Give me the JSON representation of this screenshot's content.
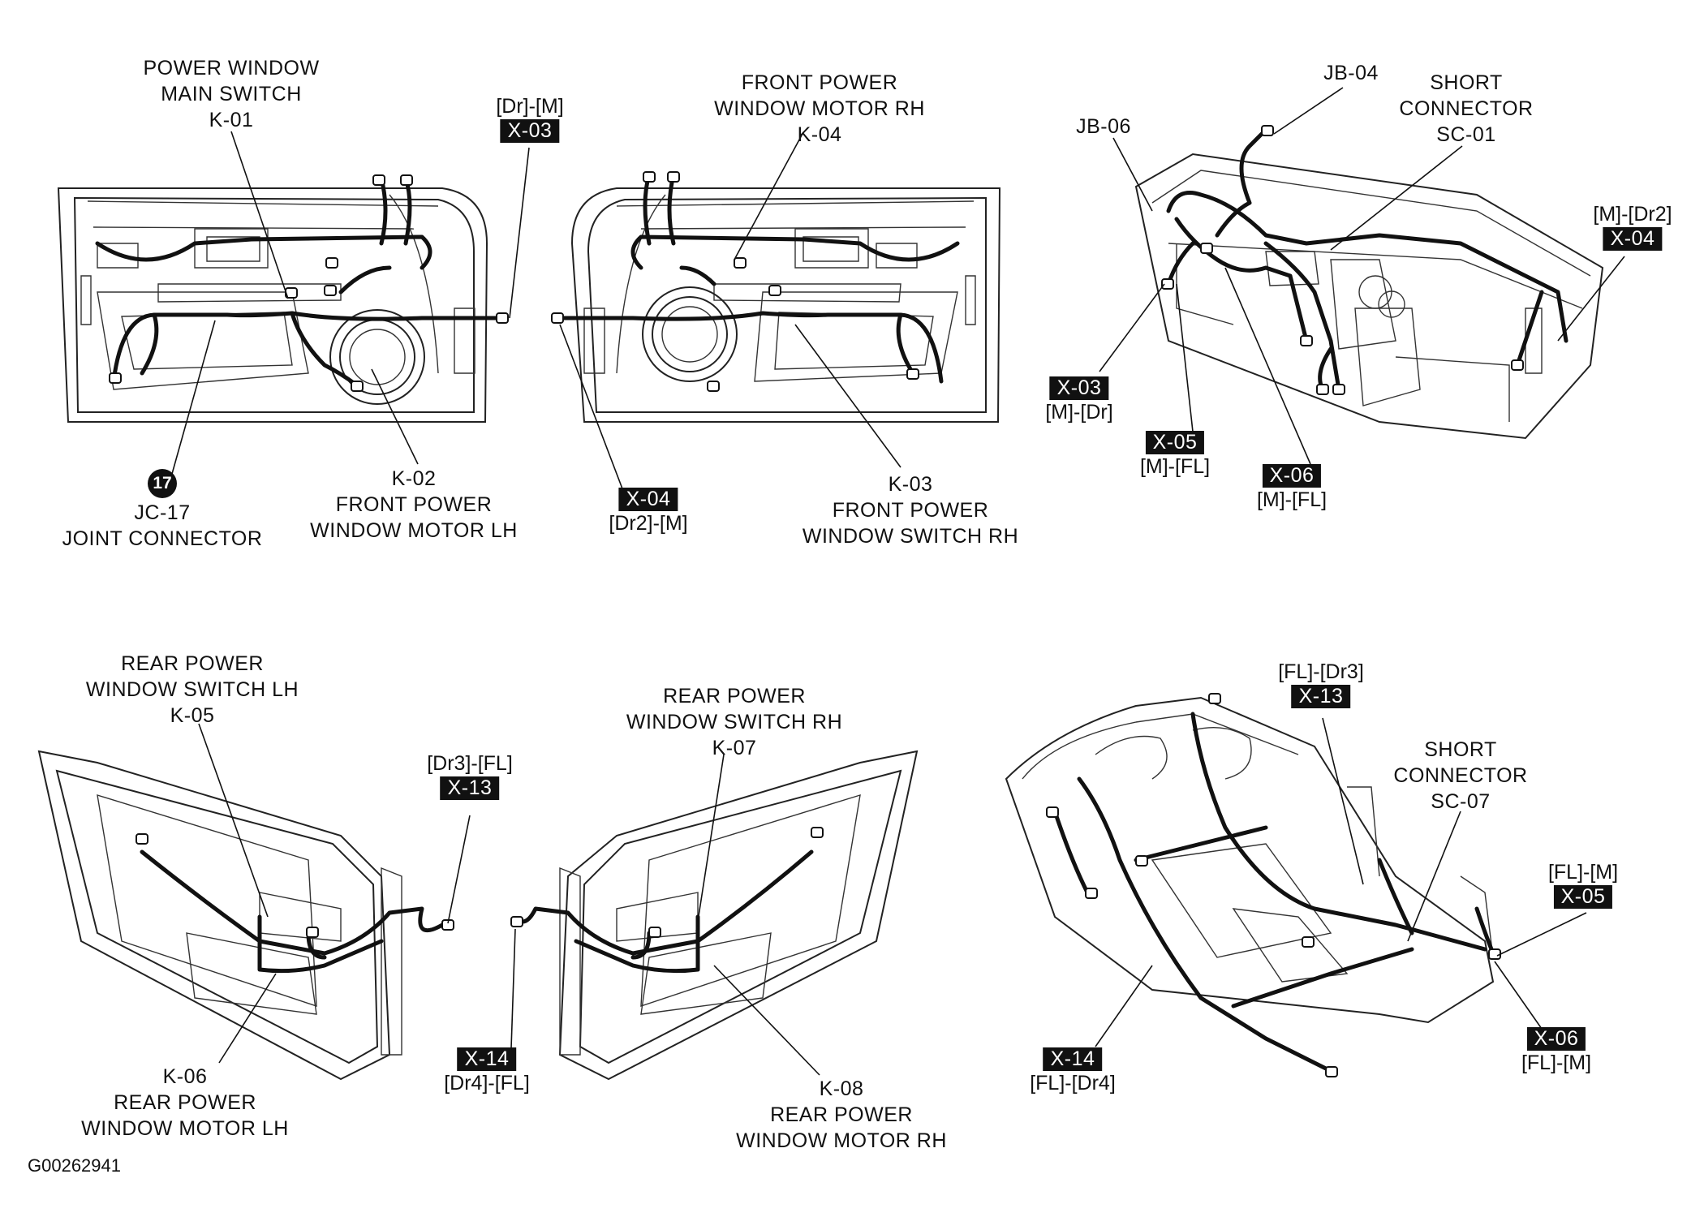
{
  "figure_id": "G00262941",
  "labels": {
    "k01": [
      "POWER WINDOW",
      "MAIN SWITCH",
      "K-01"
    ],
    "k04": [
      "FRONT POWER",
      "WINDOW MOTOR RH",
      "K-04"
    ],
    "jb04": "JB-04",
    "sc01": [
      "SHORT",
      "CONNECTOR",
      "SC-01"
    ],
    "jb06": "JB-06",
    "jc17": [
      "JC-17",
      "JOINT CONNECTOR"
    ],
    "jc17_badge": "17",
    "k02": [
      "K-02",
      "FRONT POWER",
      "WINDOW MOTOR LH"
    ],
    "k03": [
      "K-03",
      "FRONT POWER",
      "WINDOW SWITCH RH"
    ],
    "k05": [
      "REAR POWER",
      "WINDOW SWITCH LH",
      "K-05"
    ],
    "k07": [
      "REAR POWER",
      "WINDOW SWITCH RH",
      "K-07"
    ],
    "sc07": [
      "SHORT",
      "CONNECTOR",
      "SC-07"
    ],
    "k06": [
      "K-06",
      "REAR POWER",
      "WINDOW MOTOR LH"
    ],
    "k08": [
      "K-08",
      "REAR POWER",
      "WINDOW MOTOR RH"
    ]
  },
  "tags": {
    "x03_top": {
      "code": "X-03",
      "text": "[Dr]-[M]"
    },
    "x04_mid": {
      "code": "X-04",
      "text": "[Dr2]-[M]"
    },
    "x04_right": {
      "code": "X-04",
      "text": "[M]-[Dr2]"
    },
    "x03_dash": {
      "code": "X-03",
      "text": "[M]-[Dr]"
    },
    "x05_dash": {
      "code": "X-05",
      "text": "[M]-[FL]"
    },
    "x06_dash": {
      "code": "X-06",
      "text": "[M]-[FL]"
    },
    "x13_left": {
      "code": "X-13",
      "text": "[Dr3]-[FL]"
    },
    "x14_left": {
      "code": "X-14",
      "text": "[Dr4]-[FL]"
    },
    "x13_floor": {
      "code": "X-13",
      "text": "[FL]-[Dr3]"
    },
    "x05_floor": {
      "code": "X-05",
      "text": "[FL]-[M]"
    },
    "x06_floor": {
      "code": "X-06",
      "text": "[FL]-[M]"
    },
    "x14_floor": {
      "code": "X-14",
      "text": "[FL]-[Dr4]"
    }
  }
}
